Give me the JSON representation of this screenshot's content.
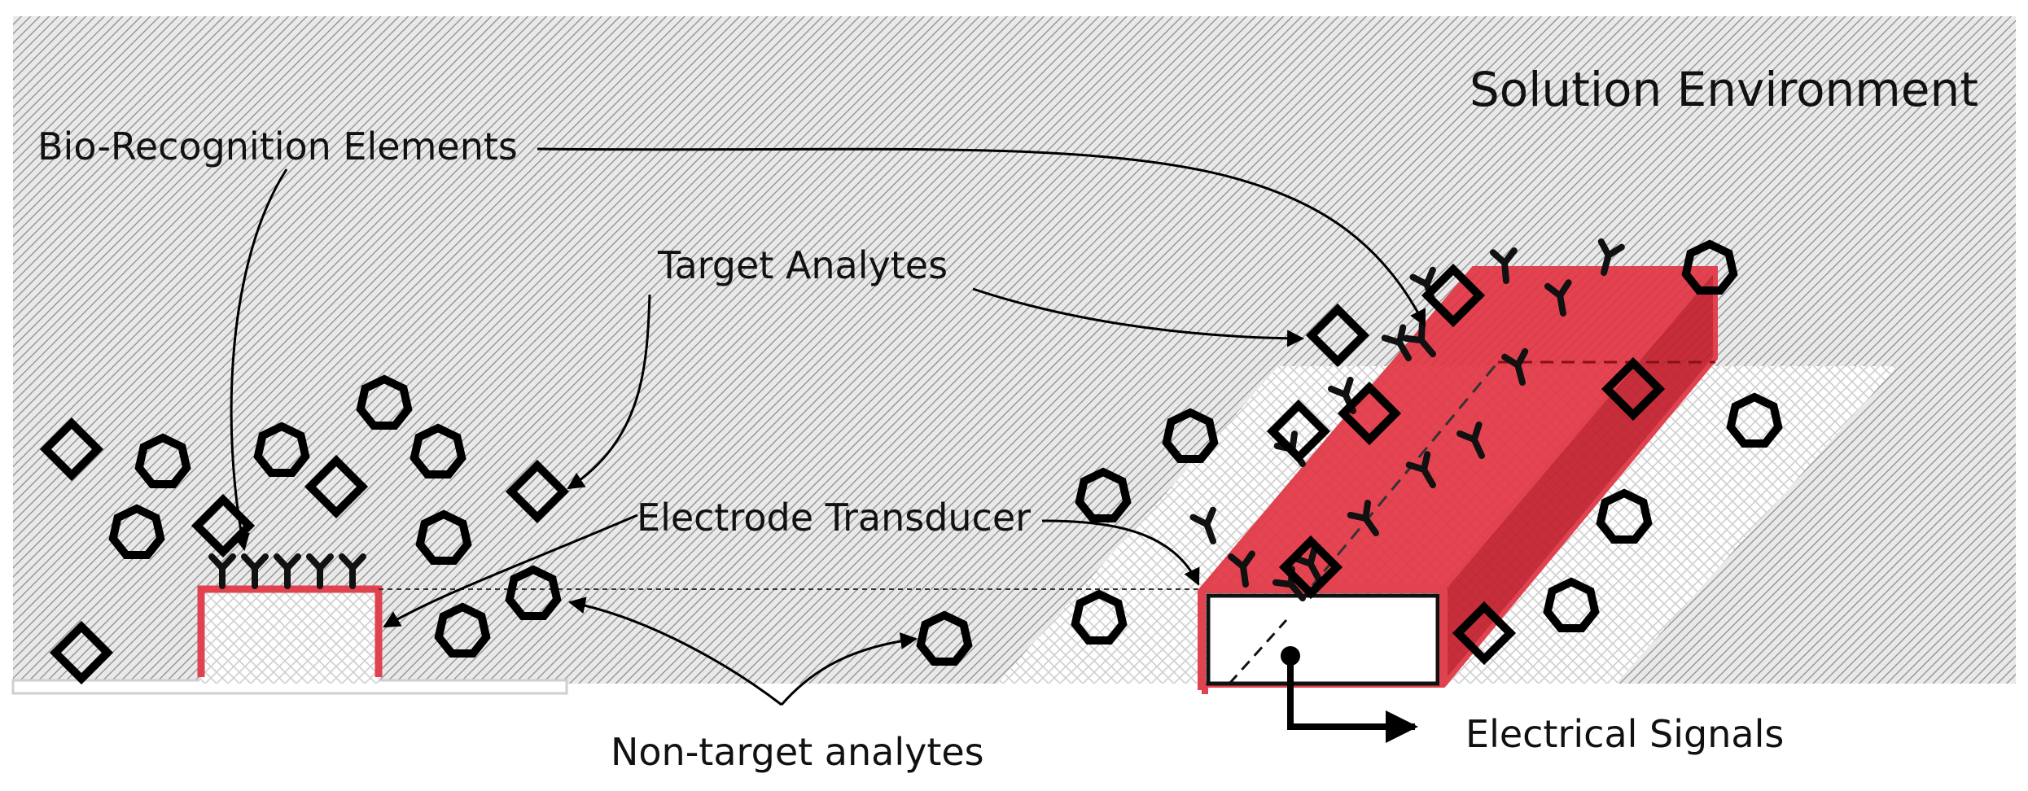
{
  "labels": {
    "solution_environment": "Solution Environment",
    "bio_recognition": "Bio-Recognition Elements",
    "target_analytes": "Target Analytes",
    "electrode_transducer": "Electrode Transducer",
    "non_target": "Non-target analytes",
    "electrical_signals": "Electrical Signals"
  },
  "colors": {
    "electrode": "#e2303f",
    "electrode_dark": "#c21c2a",
    "electrode_outline": "#e0424f",
    "hatch_fg": "#9a9a9a",
    "crosshatch_fg": "#c9c9c9",
    "ink": "#000000"
  },
  "icons": {
    "target_analyte": "diamond",
    "non_target_analyte": "heptagon",
    "bio_recognition_element": "y-shaped-antibody"
  }
}
